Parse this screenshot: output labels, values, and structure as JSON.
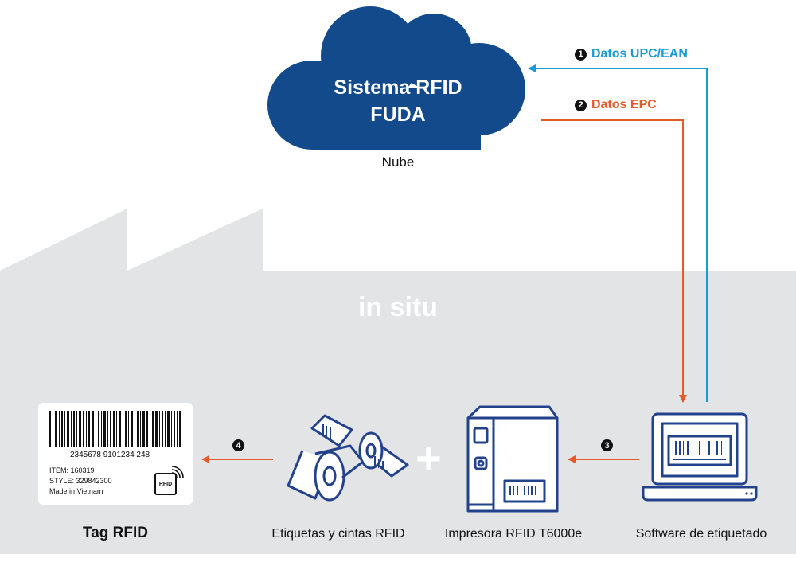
{
  "cloud": {
    "title_line1": "Sistema RFID",
    "title_line2": "FUDA",
    "caption": "Nube"
  },
  "factory": {
    "title": "Fabricante",
    "subtitle": "in situ"
  },
  "steps": [
    {
      "num": "1",
      "label": "Datos UPC/EAN",
      "color": "#1c9ad6"
    },
    {
      "num": "2",
      "label": "Datos EPC",
      "color": "#e55a2b"
    },
    {
      "num": "3",
      "label": "",
      "color": "#e55a2b"
    },
    {
      "num": "4",
      "label": "",
      "color": "#e55a2b"
    }
  ],
  "nodes": {
    "tag": {
      "caption": "Tag RFID",
      "barcode_number": "2345678  9101234  248",
      "item": "ITEM: 160319",
      "style": "STYLE: 329842300",
      "origin": "Made in Vietnam",
      "chip_label": "RFID"
    },
    "labels": {
      "caption": "Etiquetas y cintas RFID"
    },
    "printer": {
      "caption": "Impresora RFID T6000e"
    },
    "software": {
      "caption": "Software de etiquetado"
    }
  },
  "plus_sign": "+",
  "colors": {
    "cloud": "#124a8c",
    "factory": "#e3e4e6",
    "icon_blue": "#23428c",
    "blue_line": "#1c9ad6",
    "orange_line": "#e55a2b"
  }
}
